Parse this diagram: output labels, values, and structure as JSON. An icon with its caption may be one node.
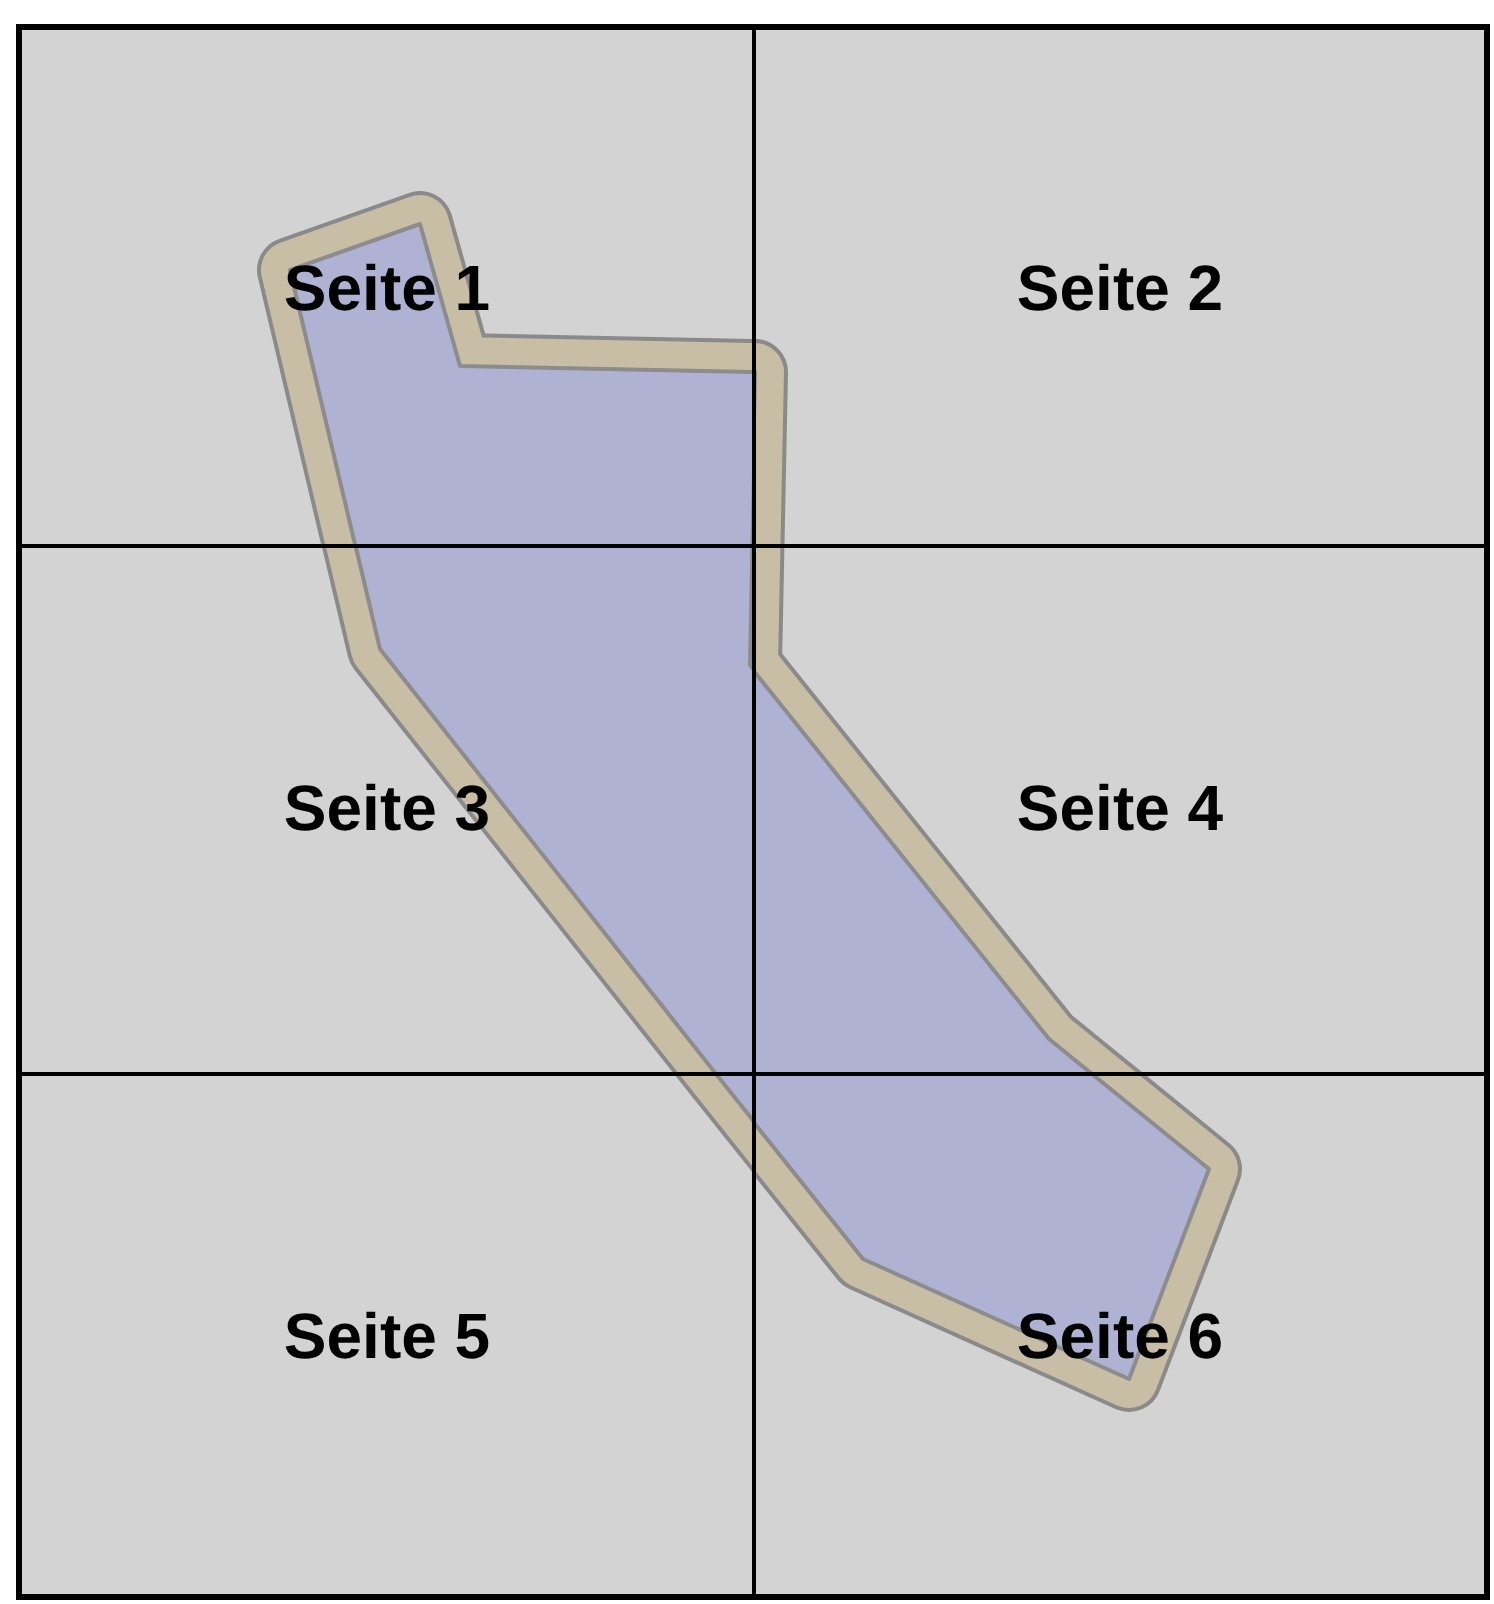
{
  "diagram": {
    "nodes": [
      {
        "text": [
          "Seite 1"
        ]
      },
      {
        "text": [
          "Seite 2"
        ]
      },
      {
        "text": [
          "Seite 3"
        ]
      },
      {
        "text": [
          "Seite 4"
        ]
      },
      {
        "text": [
          "Seite 5"
        ]
      },
      {
        "text": [
          "Seite 6"
        ]
      }
    ],
    "edges": []
  }
}
